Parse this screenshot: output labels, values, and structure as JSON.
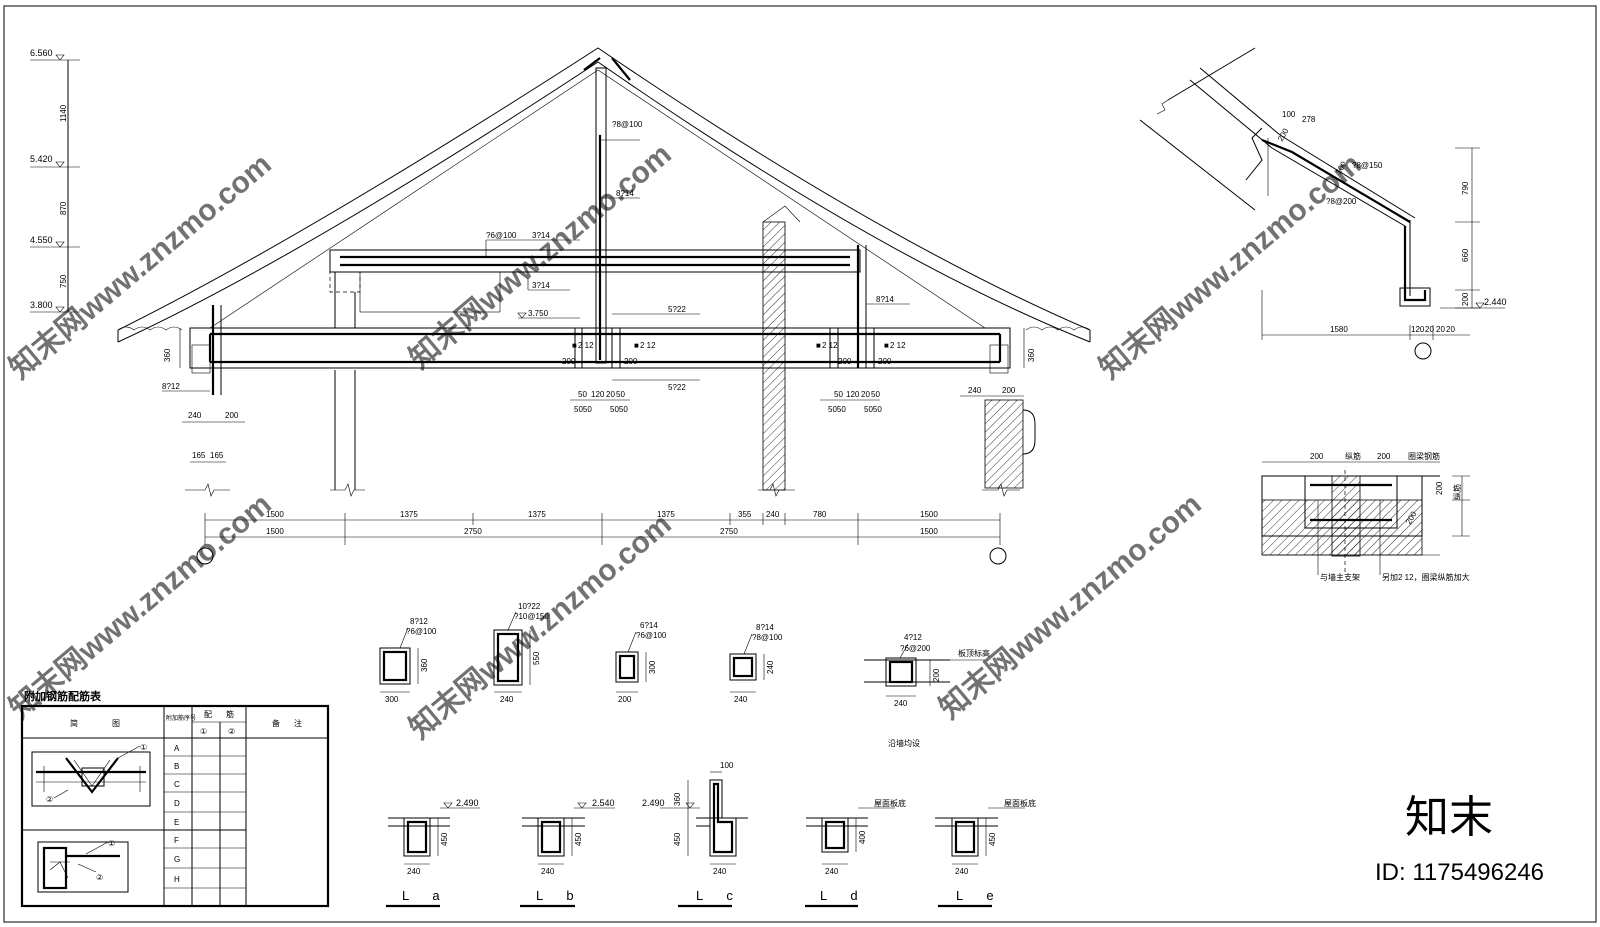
{
  "levels": [
    "6.560",
    "5.420",
    "4.550",
    "3.800"
  ],
  "level_dims": [
    "1140",
    "870",
    "750"
  ],
  "section": {
    "eave_level": "3.750",
    "rebar_labels": [
      "?8@100",
      "8?14",
      "?6@100",
      "3?14",
      "3?14",
      "5?22",
      "8?14",
      "5?22",
      "8?12"
    ],
    "beam_rebar": [
      "2 12",
      "2 12",
      "2 12",
      "2 12"
    ],
    "side_dims": [
      "360",
      "360"
    ],
    "small_dims": [
      "200",
      "200",
      "200",
      "200",
      "240",
      "200",
      "240",
      "200",
      "165",
      "165"
    ],
    "top_dims_left": [
      "50",
      "120",
      "20",
      "50"
    ],
    "top_dims_right": [
      "50",
      "120",
      "20",
      "50"
    ],
    "bottom_dims_left": [
      "5050",
      "5050"
    ],
    "bottom_dims_right": [
      "5050",
      "5050"
    ],
    "dim_row1": [
      "1500",
      "1375",
      "1375",
      "1375",
      "355",
      "240",
      "780",
      "1500"
    ],
    "dim_row2": [
      "1500",
      "2750",
      "2750",
      "1500"
    ]
  },
  "eave_detail": {
    "dims": [
      "100",
      "278",
      "200",
      "100",
      "790",
      "660",
      "200",
      "1580",
      "120",
      "20",
      "20",
      "20"
    ],
    "rebar": [
      "?8@150",
      "?8@200"
    ],
    "level": "2.440"
  },
  "wall_detail": {
    "top": [
      "200",
      "纵筋",
      "200",
      "圈梁钢筋"
    ],
    "height": "200",
    "side": "纵筋",
    "diag": "200",
    "notes": [
      "与墙主支架",
      "另加2 12，圈梁纵筋加大"
    ]
  },
  "columns": [
    {
      "bars": "8?12",
      "stirrup": "?6@100",
      "w": "300",
      "h": "360"
    },
    {
      "bars": "10?22",
      "stirrup": "?10@150",
      "w": "240",
      "h": "550"
    },
    {
      "bars": "6?14",
      "stirrup": "?6@100",
      "w": "200",
      "h": "300"
    },
    {
      "bars": "8?14",
      "stirrup": "?8@100",
      "w": "240",
      "h": "240"
    }
  ],
  "ring_beam": {
    "bars": "4?12",
    "stirrup": "?6@200",
    "w": "240",
    "h": "200",
    "tag": "板顶标高",
    "note": "沿墙均设"
  },
  "beams": [
    {
      "label": "L a",
      "level": "2.490",
      "w": "240",
      "h": "450"
    },
    {
      "label": "L b",
      "level": "2.540",
      "w": "240",
      "h": "450"
    },
    {
      "label": "L c",
      "level": "2.490",
      "w": "240",
      "h": "450",
      "top": "100",
      "upper": "360"
    },
    {
      "label": "L d",
      "level": "屋面板底",
      "w": "240",
      "h": "400"
    },
    {
      "label": "L e",
      "level": "屋面板底",
      "w": "240",
      "h": "450"
    }
  ],
  "table": {
    "title": "附加钢筋配筋表",
    "headers": [
      "简",
      "图",
      "附加筋序号",
      "配",
      "筋",
      "备",
      "注"
    ],
    "subheaders": [
      "①",
      "②"
    ],
    "rows": [
      "A",
      "B",
      "C",
      "D",
      "E",
      "F",
      "G",
      "H"
    ],
    "markers": [
      "①",
      "②",
      "①",
      "②"
    ]
  },
  "watermarks": [
    "知末网www.znzmo.com",
    "知末网www.znzmo.com",
    "知末网www.znzmo.com",
    "知末网www.znzmo.com",
    "知末网www.znzmo.com",
    "知末网www.znzmo.com"
  ],
  "brand": {
    "name": "知末",
    "id": "ID: 1175496246"
  }
}
